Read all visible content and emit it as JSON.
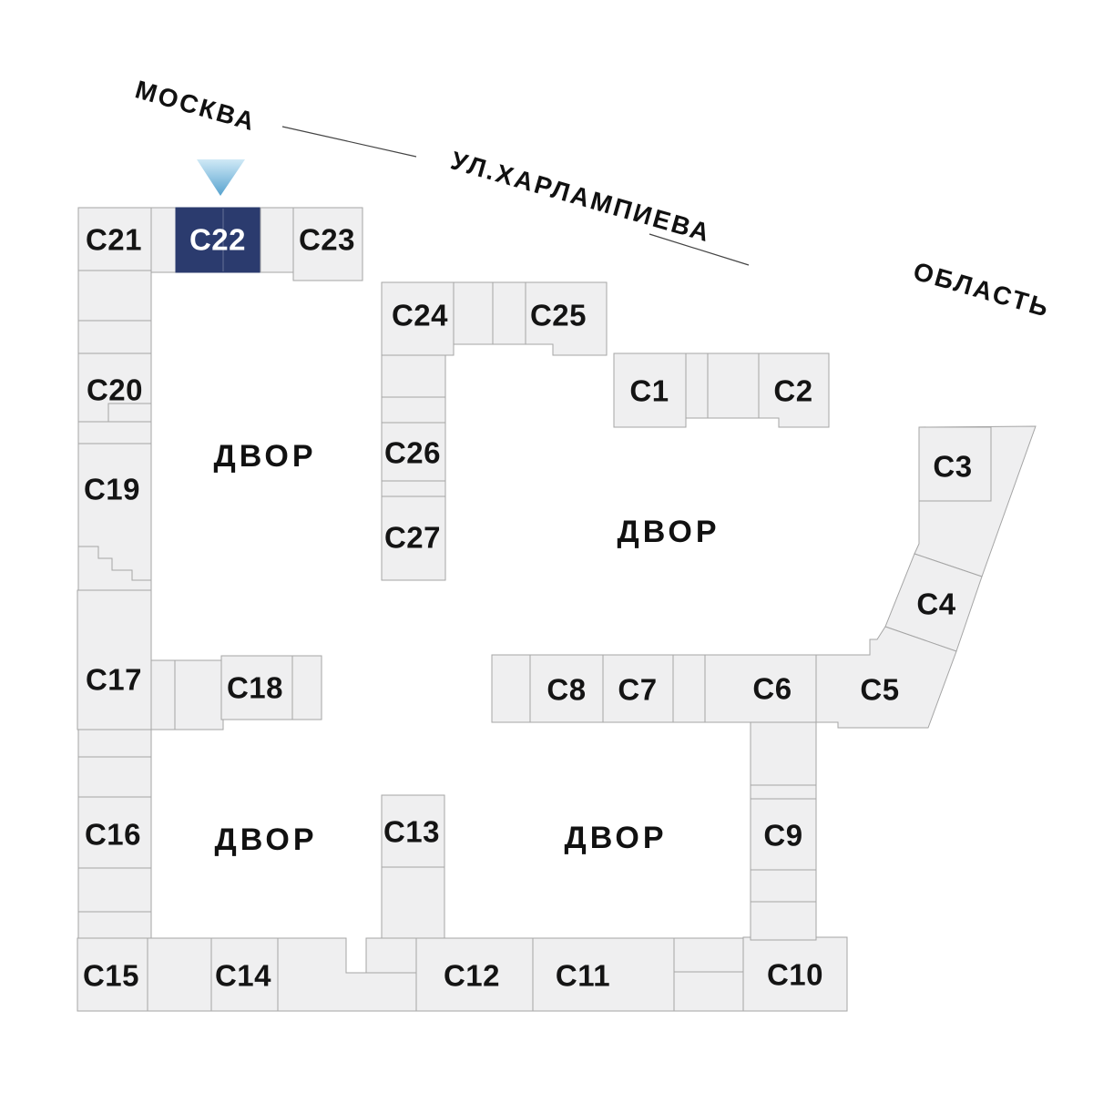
{
  "map": {
    "title": "site-plan",
    "selected_building": "C22",
    "streets": {
      "moscow": "МОСКВА",
      "kharlampieva": "УЛ.ХАРЛАМПИЕВА",
      "oblast": "ОБЛАСТЬ"
    },
    "courtyards": [
      "ДВОР",
      "ДВОР",
      "ДВОР",
      "ДВОР"
    ],
    "buildings": {
      "c1": "C1",
      "c2": "C2",
      "c3": "C3",
      "c4": "C4",
      "c5": "C5",
      "c6": "C6",
      "c7": "C7",
      "c8": "C8",
      "c9": "C9",
      "c10": "C10",
      "c11": "C11",
      "c12": "C12",
      "c13": "C13",
      "c14": "C14",
      "c15": "C15",
      "c16": "C16",
      "c17": "C17",
      "c18": "C18",
      "c19": "C19",
      "c20": "C20",
      "c21": "C21",
      "c22": "C22",
      "c23": "C23",
      "c24": "C24",
      "c25": "C25",
      "c26": "C26",
      "c27": "C27"
    },
    "colors": {
      "cell_fill": "#efeff0",
      "cell_border": "#a5a5a5",
      "selected_fill": "#2b3b6e",
      "selected_text": "#ffffff",
      "label_text": "#141414",
      "marker_gradient_top": "#cfe9f6",
      "marker_gradient_bottom": "#57a3cf",
      "background": "#ffffff"
    }
  }
}
